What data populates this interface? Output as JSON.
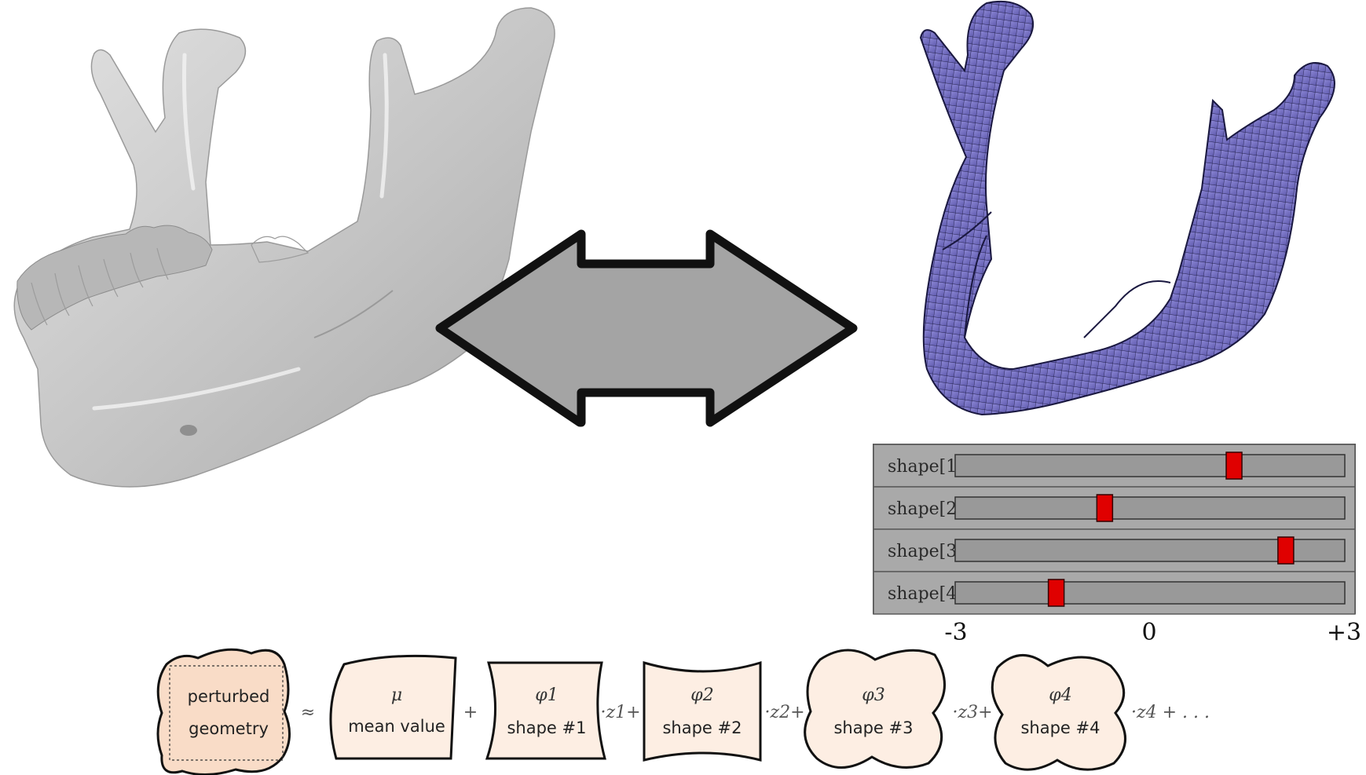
{
  "colors": {
    "bone": "#c4c4c4",
    "mesh": "#7b76c6",
    "arrow_fill": "#a4a4a4",
    "slider_panel": "#a9a9a9",
    "slider_track": "#999999",
    "slider_handle": "#e00000",
    "box_fill": "#fdeee3"
  },
  "images": {
    "bone_model": "jaw-bone-render",
    "mesh_model": "jaw-mesh-render",
    "arrow": "double-arrow-icon"
  },
  "sliders": [
    {
      "label": "shape[1]",
      "value": 1.3
    },
    {
      "label": "shape[2]",
      "value": -0.7
    },
    {
      "label": "shape[3]",
      "value": 2.1
    },
    {
      "label": "shape[4]",
      "value": -1.45
    }
  ],
  "slider_axis": {
    "min_label": "-3",
    "mid_label": "0",
    "max_label": "+3",
    "min": -3,
    "max": 3
  },
  "equation": {
    "boxes": [
      {
        "symbol": "",
        "line1": "perturbed",
        "line2": "geometry"
      },
      {
        "symbol": "μ",
        "line1": "",
        "line2": "mean value"
      },
      {
        "symbol": "φ1",
        "line1": "",
        "line2": "shape #1"
      },
      {
        "symbol": "φ2",
        "line1": "",
        "line2": "shape #2"
      },
      {
        "symbol": "φ3",
        "line1": "",
        "line2": "shape #3"
      },
      {
        "symbol": "φ4",
        "line1": "",
        "line2": "shape #4"
      }
    ],
    "operators": [
      "≈",
      "+",
      "·z1+",
      "·z2+",
      "·z3+",
      "·z4 + . . ."
    ]
  }
}
